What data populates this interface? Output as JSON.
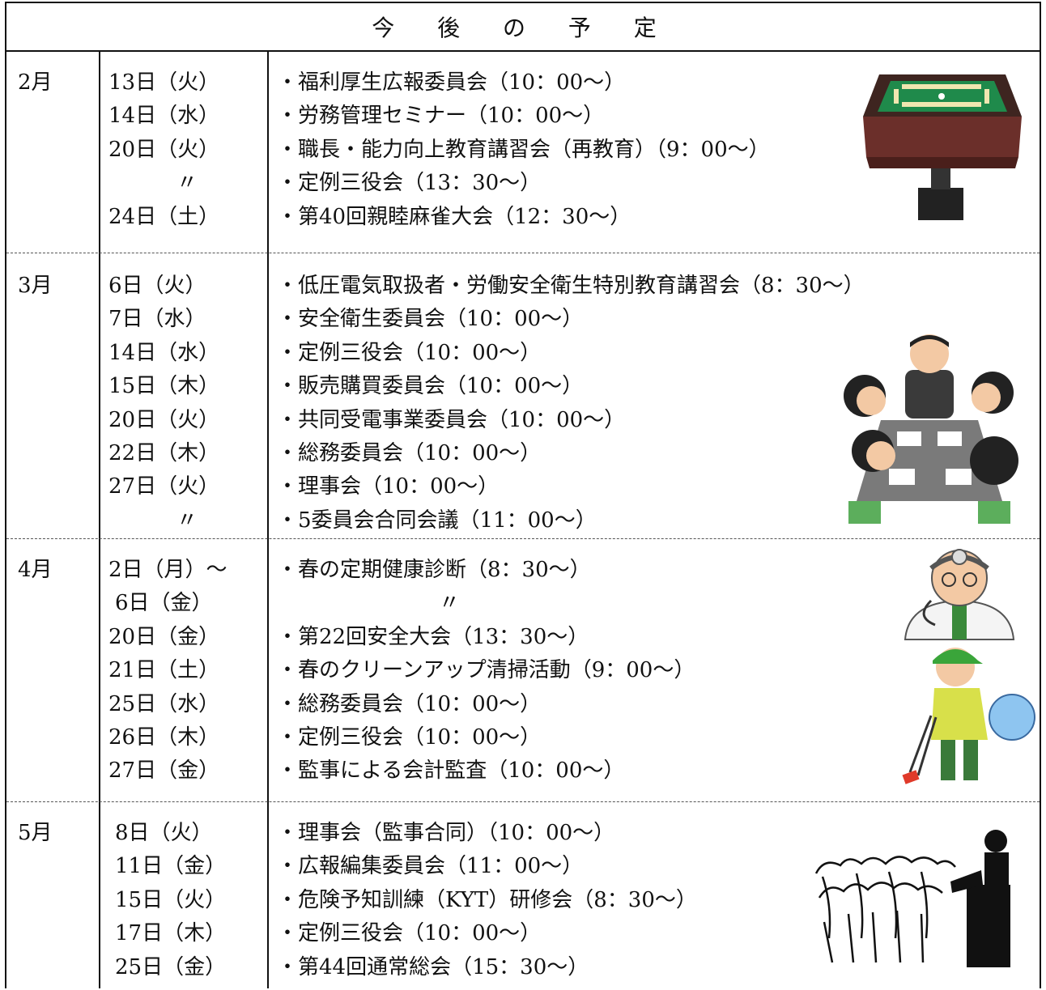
{
  "title": "今 後 の 予 定",
  "months": [
    {
      "label": "2月",
      "dates": [
        "13日（火）",
        "14日（水）",
        "20日（火）",
        "〃",
        "24日（土）"
      ],
      "events": [
        "・福利厚生広報委員会（10：00〜）",
        "・労務管理セミナー（10：00〜）",
        "・職長・能力向上教育講習会（再教育）（9：00〜）",
        "・定例三役会（13：30〜）",
        "・第40回親睦麻雀大会（12：30〜）"
      ]
    },
    {
      "label": "3月",
      "dates": [
        "6日（火）",
        "7日（水）",
        "14日（水）",
        "15日（木）",
        "20日（火）",
        "22日（木）",
        "27日（火）",
        "〃"
      ],
      "events": [
        "・低圧電気取扱者・労働安全衛生特別教育講習会（8：30〜）",
        "・安全衛生委員会（10：00〜）",
        "・定例三役会（10：00〜）",
        "・販売購買委員会（10：00〜）",
        "・共同受電事業委員会（10：00〜）",
        "・総務委員会（10：00〜）",
        "・理事会（10：00〜）",
        "・5委員会合同会議（11：00〜）"
      ]
    },
    {
      "label": "4月",
      "dates": [
        "2日（月）〜",
        " 6日（金）",
        "20日（金）",
        "21日（土）",
        "25日（水）",
        "26日（木）",
        "27日（金）"
      ],
      "events": [
        "・春の定期健康診断（8：30〜）",
        "〃",
        "・第22回安全大会（13：30〜）",
        "・春のクリーンアップ清掃活動（9：00〜）",
        "・総務委員会（10：00〜）",
        "・定例三役会（10：00〜）",
        "・監事による会計監査（10：00〜）"
      ]
    },
    {
      "label": "5月",
      "dates": [
        " 8日（火）",
        "11日（金）",
        "15日（火）",
        "17日（木）",
        "25日（金）"
      ],
      "events": [
        "・理事会（監事合同）（10：00〜）",
        "・広報編集委員会（11：00〜）",
        "・危険予知訓練（KYT）研修会（8：30〜）",
        "・定例三役会（10：00〜）",
        "・第44回通常総会（15：30〜）"
      ]
    }
  ],
  "illustrations": {
    "mahjong": "mahjong-table-icon",
    "meeting": "business-meeting-icon",
    "doctor": "doctor-icon",
    "cleanup": "cleanup-worker-icon",
    "assembly": "assembly-speaker-icon"
  },
  "colors": {
    "border": "#111111",
    "text": "#111111"
  }
}
